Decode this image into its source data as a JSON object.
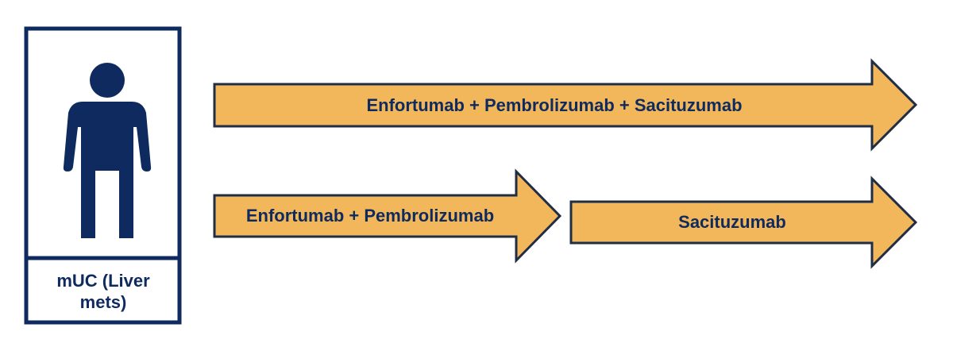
{
  "patient": {
    "label_line1": "mUC (Liver",
    "label_line2": "mets)",
    "icon": "person-icon"
  },
  "arrows": {
    "combined": {
      "label": "Enfortumab + Pembrolizumab + Sacituzumab"
    },
    "first_line": {
      "label": "Enfortumab + Pembrolizumab"
    },
    "second_line": {
      "label": "Sacituzumab"
    }
  },
  "colors": {
    "navy": "#0f2a5e",
    "arrow_fill": "#f2b75a",
    "arrow_stroke": "#1f2d45",
    "background": "#ffffff"
  }
}
